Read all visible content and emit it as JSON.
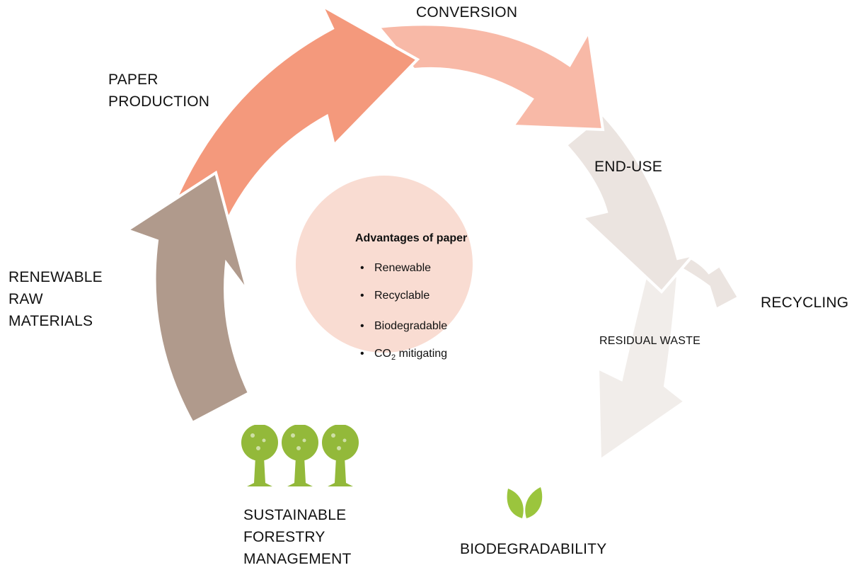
{
  "colors": {
    "raw_materials_arrow": "#b09a8c",
    "paper_production_arrow": "#f4997c",
    "conversion_arrow": "#f8b9a7",
    "end_use_arrow": "#ebe4e0",
    "recycling_arrow": "#ebe4e0",
    "residual_waste_arrow": "#f1edea",
    "center_circle": "#f9dcd2",
    "tree_green": "#93b93a",
    "leaf_green": "#9bc53d"
  },
  "labels": {
    "conversion": "CONVERSION",
    "paper_production": [
      "PAPER",
      "PRODUCTION"
    ],
    "end_use": "END-USE",
    "renewable_raw_materials": [
      "RENEWABLE",
      "RAW",
      "MATERIALS"
    ],
    "recycling": "RECYCLING",
    "residual_waste": "RESIDUAL WASTE",
    "sustainable_forestry": [
      "SUSTAINABLE",
      "FORESTRY",
      "MANAGEMENT"
    ],
    "biodegradability": "BIODEGRADABILITY"
  },
  "advantages": {
    "title": "Advantages of paper",
    "bullet": "•",
    "items": [
      "Renewable",
      "Recyclable",
      "Biodegradable"
    ],
    "co2_prefix": "CO",
    "co2_sub": "2",
    "co2_suffix": " mitigating"
  },
  "icons": {
    "trees": "tree-icon",
    "leaves": "leaf-icon"
  }
}
